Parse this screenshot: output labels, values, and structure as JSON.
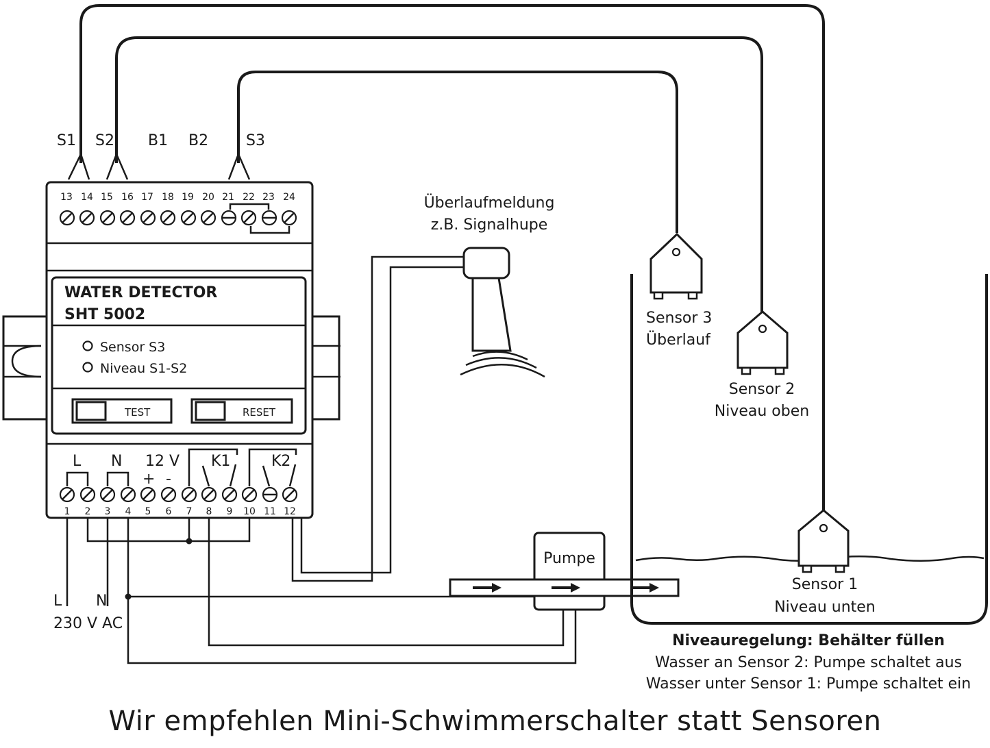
{
  "wire_labels": {
    "s1": "S1",
    "s2": "S2",
    "b1": "B1",
    "b2": "B2",
    "s3": "S3"
  },
  "top_terminals": [
    "13",
    "14",
    "15",
    "16",
    "17",
    "18",
    "19",
    "20",
    "21",
    "22",
    "23",
    "24"
  ],
  "bottom_terminals": [
    "1",
    "2",
    "3",
    "4",
    "5",
    "6",
    "7",
    "8",
    "9",
    "10",
    "11",
    "12"
  ],
  "device": {
    "title_line1": "WATER DETECTOR",
    "title_line2": "SHT 5002",
    "led_sensor": "Sensor S3",
    "led_niveau": "Niveau S1-S2",
    "test_button": "TEST",
    "reset_button": "RESET"
  },
  "bottom_labels": {
    "l": "L",
    "n": "N",
    "v12": "12 V",
    "plus": "+",
    "minus": "-",
    "k1": "K1",
    "k2": "K2"
  },
  "power": {
    "l": "L",
    "n": "N",
    "ac": "230 V AC"
  },
  "alarm": {
    "line1": "Überlaufmeldung",
    "line2": "z.B. Signalhupe"
  },
  "pump": {
    "label": "Pumpe"
  },
  "sensors": [
    {
      "line1": "Sensor 3",
      "line2": "Überlauf"
    },
    {
      "line1": "Sensor 2",
      "line2": "Niveau oben"
    },
    {
      "line1": "Sensor 1",
      "line2": "Niveau unten"
    }
  ],
  "info": {
    "heading": "Niveauregelung: Behälter füllen",
    "line1": "Wasser an Sensor 2: Pumpe schaltet aus",
    "line2": "Wasser unter Sensor 1: Pumpe schaltet ein"
  },
  "footer": "Wir empfehlen Mini-Schwimmerschalter statt Sensoren"
}
